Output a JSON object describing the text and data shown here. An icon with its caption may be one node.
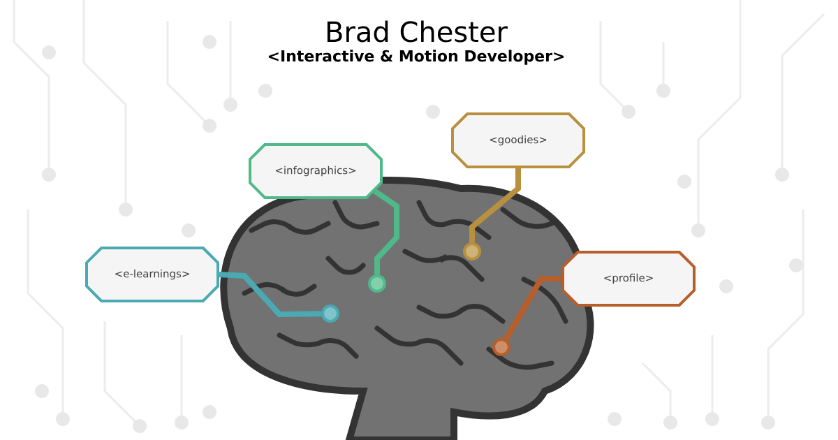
{
  "diagram": {
    "title": "Brad Chester",
    "nodes": [
      {
        "text": [
          "<e-learnings>"
        ]
      },
      {
        "text": [
          "<infographics>"
        ]
      },
      {
        "text": [
          "<goodies>"
        ]
      },
      {
        "text": [
          "<profile>"
        ]
      },
      {
        "text": [],
        "shape": "circle"
      },
      {
        "text": [],
        "shape": "circle"
      },
      {
        "text": [],
        "shape": "circle"
      },
      {
        "text": [],
        "shape": "circle"
      }
    ],
    "edges": [
      {
        "from": 0,
        "to": 4,
        "arrow": "none",
        "color": "#4aa9b3"
      },
      {
        "from": 1,
        "to": 5,
        "arrow": "none",
        "color": "#4fb98a"
      },
      {
        "from": 2,
        "to": 6,
        "arrow": "none",
        "color": "#b8913f"
      },
      {
        "from": 3,
        "to": 7,
        "arrow": "none",
        "color": "#b85e2a"
      }
    ],
    "labels": [
      "<Interactive & Motion Developer>"
    ]
  }
}
